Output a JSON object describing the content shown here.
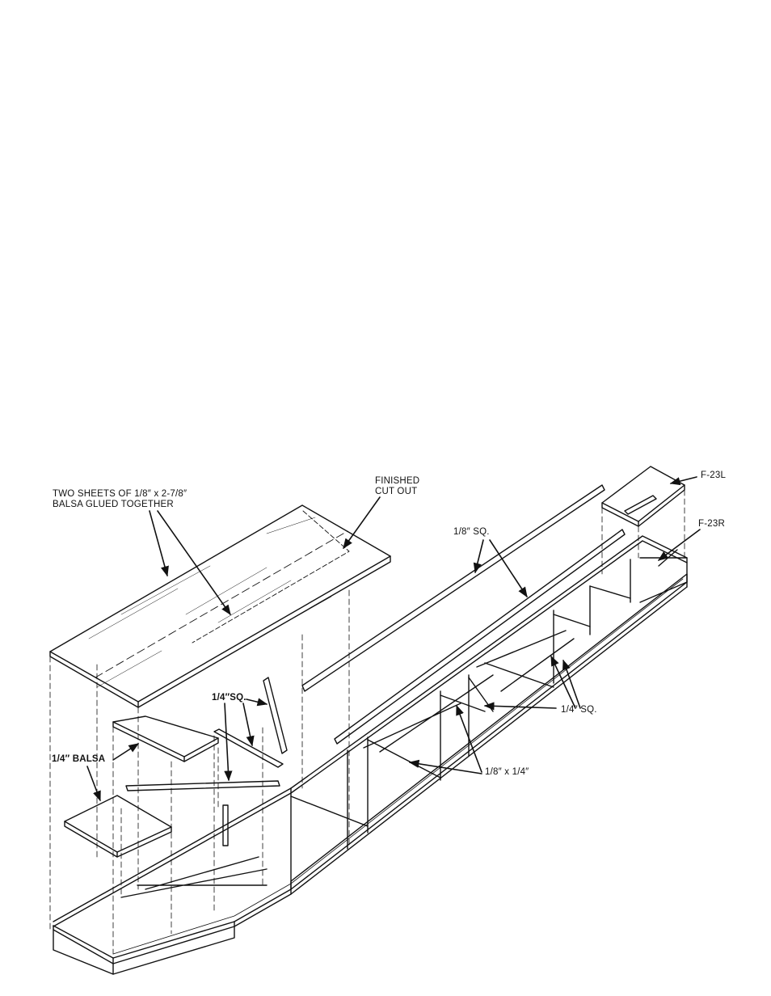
{
  "labels": {
    "two_sheets": [
      "TWO SHEETS OF 1/8″ x 2-7/8″",
      "BALSA GLUED TOGETHER"
    ],
    "finished_cut_out": [
      "FINISHED",
      "CUT OUT"
    ],
    "eighth_sq": "1/8″ SQ.",
    "f23l": "F-23L",
    "f23r": "F-23R",
    "quarter_sq_left": "1/4″SQ.",
    "quarter_balsa": "1/4″ BALSA",
    "quarter_sq_right": "1/4″ SQ.",
    "eighth_by_quarter": "1/8″ x 1/4″"
  },
  "colors": {
    "ink": "#111111",
    "paper": "#ffffff"
  }
}
